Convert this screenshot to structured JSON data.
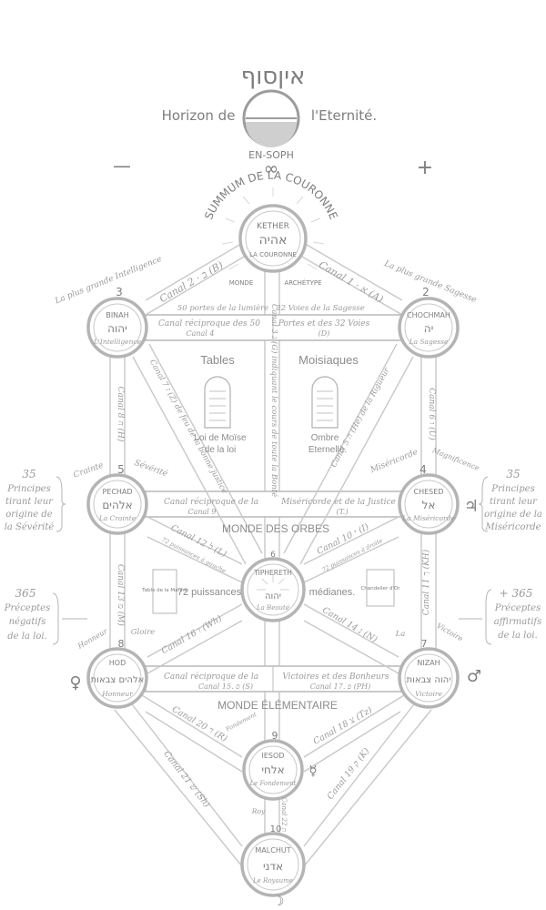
{
  "header": {
    "hebrew_title": "איןסוף",
    "horizon_left": "Horizon de",
    "horizon_right": "l'Eternité.",
    "ensoph": "EN-SOPH",
    "minus": "—",
    "plus": "+",
    "summum": "SUMMUM DE LA COURONNE"
  },
  "sephirot": {
    "kether": {
      "name": "KETHER",
      "hebrew": "אהיה",
      "sub": "LA COURONNE"
    },
    "binah": {
      "name": "BINAH",
      "hebrew": "יהוה",
      "sub": "L'Intelligence",
      "number": "3"
    },
    "chochmah": {
      "name": "CHOCHMAH",
      "hebrew": "יה",
      "sub": "La Sagesse",
      "number": "2"
    },
    "pechad": {
      "name": "PECHAD",
      "hebrew": "אלהים",
      "sub": "La Crainte",
      "number": "5"
    },
    "chesed": {
      "name": "CHESED",
      "hebrew": "אל",
      "sub": "La Miséricorde",
      "number": "4"
    },
    "tiphereth": {
      "name": "TIPHERETH",
      "hebrew": "יהוה",
      "sub": "La Beauté",
      "number": "6"
    },
    "hod": {
      "name": "HOD",
      "hebrew": "אלהים צבאות",
      "sub": "Honneur",
      "number": "8"
    },
    "nizah": {
      "name": "NIZAH",
      "hebrew": "יהוה צבאות",
      "sub": "Victoire",
      "number": "7"
    },
    "iesod": {
      "name": "IESOD",
      "hebrew": "אלחי",
      "sub": "Le Fondement",
      "number": "9"
    },
    "malchut": {
      "name": "MALCHUT",
      "hebrew": "אדני",
      "sub": "Le Royaume",
      "number": "10"
    }
  },
  "labels": {
    "plus_grande_intelligence": "La plus grande Intelligence",
    "plus_grande_sagesse": "La plus grande Sagesse",
    "canal_2": "Canal 2 · ב (B)",
    "canal_1": "Canal 1 · א (A)",
    "monde": "MONDE",
    "archetype": "ARCHÉTYPE",
    "portes_lumiere": "50 portes de la lumière",
    "voies_sagesse": "32 Voies de la Sagesse",
    "canal_reciproque_50": "Canal réciproque des 50",
    "canal_4": "Canal 4",
    "portes_32": "Portes et des 32 Voies",
    "d_label": "(D)",
    "tables": "Tables",
    "moisiaques": "Moisiaques",
    "loi_moise": "Loi de Moïse",
    "de_la_loi": "de la loi",
    "ombre": "Ombre",
    "eternelle": "Eternelle.",
    "canal_7z": "Canal 7 ז (Z) de feu de la bonne justice",
    "canal_3": "Canal 3 ג (G) indiquant le cours de toute la Bonté",
    "canal_5": "Canal 5 ה (He) de la Rigueur",
    "canal_8": "Canal 8 ח (H)",
    "canal_6": "Canal 6 ו (U)",
    "crainte": "Crainte",
    "severite": "Sévérité",
    "misericorde": "Miséricorde",
    "magnificence": "Magnificence",
    "canal_reciproque_la": "Canal réciproque de la",
    "canal_9": "Canal 9",
    "misericorde_justice": "Miséricorde et de la Justice",
    "t_label": "(T.)",
    "monde_orbes": "MONDE   DES   ORBES",
    "canal_12": "Canal 12 ל (L)",
    "canal_10": "Canal 10 י (I)",
    "puissances_gauche": "72 puissances à gauche",
    "puissances_droite": "72 puissances à droite",
    "canal_13": "Canal 13 מ (M)",
    "canal_11": "Canal 11 ך (KH)",
    "table_manne": "Table de la Manne",
    "chandelier": "Chandelier d'Or",
    "puissances_72": "72 puissances",
    "medianes": "médianes.",
    "honneur": "Honneur",
    "gloire": "Gloire",
    "la": "La",
    "victoire": "Victoire",
    "canal_16": "Canal 16 ו (Wh)",
    "canal_14": "Canal 14 נ (N)",
    "canal_reciproque_15": "Canal réciproque de la",
    "canal_15": "Canal 15. ס (S)",
    "victoires_bonheurs": "Victoires et des Bonheurs",
    "canal_17": "Canal 17. פ (PH)",
    "monde_elementaire": "MONDE      ÉLÉMENTAIRE",
    "canal_20": "Canal 20 ר (R)",
    "canal_18": "Canal 18 צ (Tz)",
    "fondement": "Fondement",
    "canal_21": "Canal 21 ש (Sh)",
    "canal_19": "Canal 19 ק (K)",
    "canal_22": "Canal 22 ת",
    "roy": "Roy"
  },
  "margin_notes": {
    "left_35": [
      "35",
      "Principes",
      "tirant leur",
      "origine de",
      "la Sévérité"
    ],
    "right_35": [
      "35",
      "Principes",
      "tirant leur",
      "origine de la",
      "Miséricorde"
    ],
    "left_365": [
      "365",
      "Préceptes",
      "négatifs",
      "de la loi."
    ],
    "right_365": [
      "+ 365",
      "Préceptes",
      "affirmatifs",
      "de la loi."
    ],
    "jupiter": "♃",
    "venus": "♀",
    "mars": "♂",
    "mercury": "☿",
    "moon": "☽"
  },
  "colors": {
    "ink": "#8a8a8a",
    "line": "#c8c8c8",
    "paper": "#ffffff"
  }
}
